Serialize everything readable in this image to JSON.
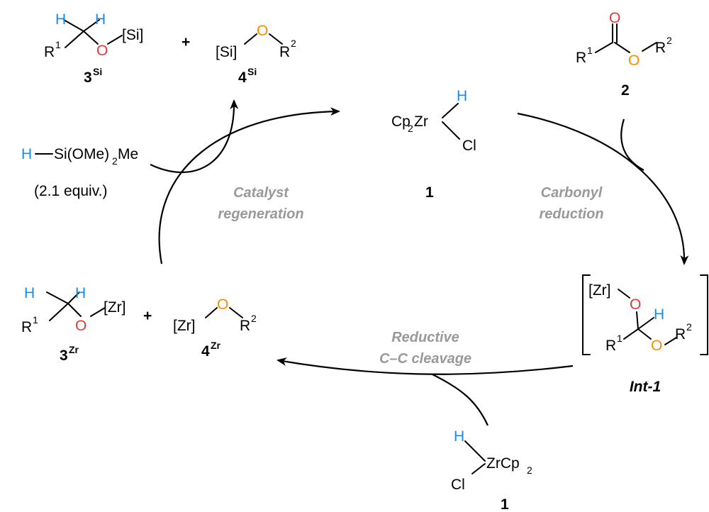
{
  "colors": {
    "hydrogen": "#1e88e5",
    "oxygen_red": "#e53935",
    "oxygen_orange": "#fb8c00",
    "step_label": "#999999",
    "bond": "#000000"
  },
  "atoms": {
    "H": "H",
    "O": "O",
    "R": "R",
    "Si": "[Si]",
    "Zr": "[Zr]",
    "Cl": "Cl",
    "plus": "+",
    "one": "1",
    "two": "2",
    "cp2zr": "Cp",
    "cp2zr_sub": "2",
    "cp2zr_tail": "Zr",
    "zrcp2_head": "ZrCp",
    "zrcp2_sub": "2"
  },
  "compounds": {
    "alkoxy_si": {
      "label": "3",
      "sup": "Si"
    },
    "ester_si": {
      "label": "4",
      "sup": "Si"
    },
    "ester": {
      "label": "2"
    },
    "catalyst_top": {
      "label": "1"
    },
    "alkoxy_zr": {
      "label": "3",
      "sup": "Zr"
    },
    "ester_zr": {
      "label": "4",
      "sup": "Zr"
    },
    "intermediate": {
      "label": "Int-1"
    },
    "catalyst_bottom": {
      "label": "1"
    }
  },
  "silane": {
    "formula_main": "Si(OMe)",
    "formula_sub": "2",
    "formula_tail": "Me",
    "equiv": "(2.1 equiv.)"
  },
  "steps": {
    "catalyst_regeneration": [
      "Catalyst",
      "regeneration"
    ],
    "carbonyl_reduction": [
      "Carbonyl",
      "reduction"
    ],
    "reductive_cleavage": [
      "Reductive",
      "C–C cleavage"
    ]
  }
}
